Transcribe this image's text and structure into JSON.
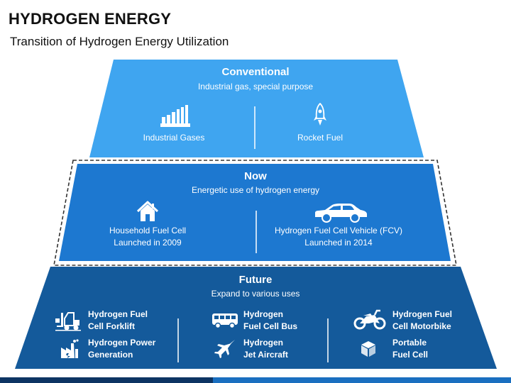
{
  "title": "HYDROGEN ENERGY",
  "subtitle": "Transition of Hydrogen Energy Utilization",
  "colors": {
    "top_fill": "#3fa5f0",
    "mid_fill": "#1d78d0",
    "bottom_fill": "#145a9b",
    "bottom_bar": "#0d3463"
  },
  "conventional": {
    "title": "Conventional",
    "subtitle": "Industrial gas, special purpose",
    "items": [
      {
        "icon": "factory-icon",
        "label": "Industrial Gases"
      },
      {
        "icon": "rocket-icon",
        "label": "Rocket Fuel"
      }
    ]
  },
  "now": {
    "title": "Now",
    "subtitle": "Energetic use of hydrogen energy",
    "items": [
      {
        "icon": "house-icon",
        "line1": "Household Fuel Cell",
        "line2": "Launched in 2009"
      },
      {
        "icon": "car-icon",
        "line1": "Hydrogen Fuel Cell Vehicle (FCV)",
        "line2": "Launched in 2014"
      }
    ]
  },
  "future": {
    "title": "Future",
    "subtitle": "Expand to various uses",
    "items": [
      {
        "icon": "forklift-icon",
        "line1": "Hydrogen Fuel",
        "line2": "Cell Forklift"
      },
      {
        "icon": "power-plant-icon",
        "line1": "Hydrogen Power",
        "line2": "Generation"
      },
      {
        "icon": "bus-icon",
        "line1": "Hydrogen",
        "line2": "Fuel Cell Bus"
      },
      {
        "icon": "jet-icon",
        "line1": "Hydrogen",
        "line2": "Jet Aircraft"
      },
      {
        "icon": "motorbike-icon",
        "line1": "Hydrogen Fuel",
        "line2": "Cell Motorbike"
      },
      {
        "icon": "box-icon",
        "line1": "Portable",
        "line2": "Fuel Cell"
      }
    ]
  }
}
